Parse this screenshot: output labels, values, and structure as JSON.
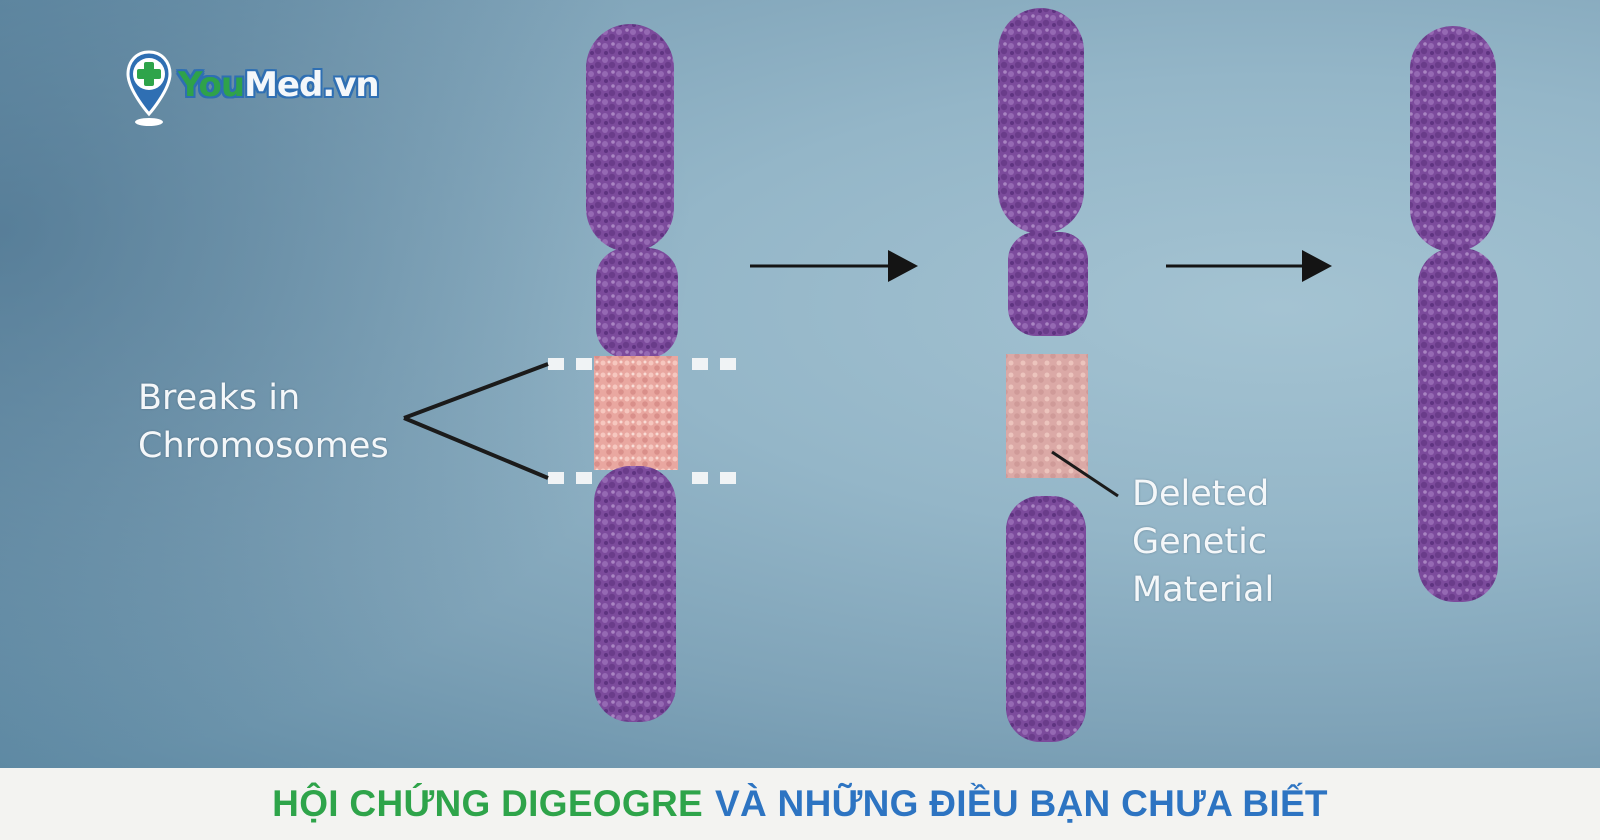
{
  "logo": {
    "text_you": "You",
    "text_med": "Med.vn",
    "icon": "medical-cross-pin-icon"
  },
  "labels": {
    "breaks": [
      "Breaks in",
      "Chromosomes"
    ],
    "deleted": [
      "Deleted",
      "Genetic",
      "Material"
    ]
  },
  "banner": {
    "part_green": "HỘI CHỨNG DIGEOGRE",
    "part_blue": "VÀ NHỮNG ĐIỀU BẠN CHƯA BIẾT"
  },
  "colors": {
    "chromosome": "#7a4a9a",
    "deleted_segment": "#e6a6a0",
    "banner_green": "#2ea44a",
    "banner_blue": "#2d74c2"
  }
}
